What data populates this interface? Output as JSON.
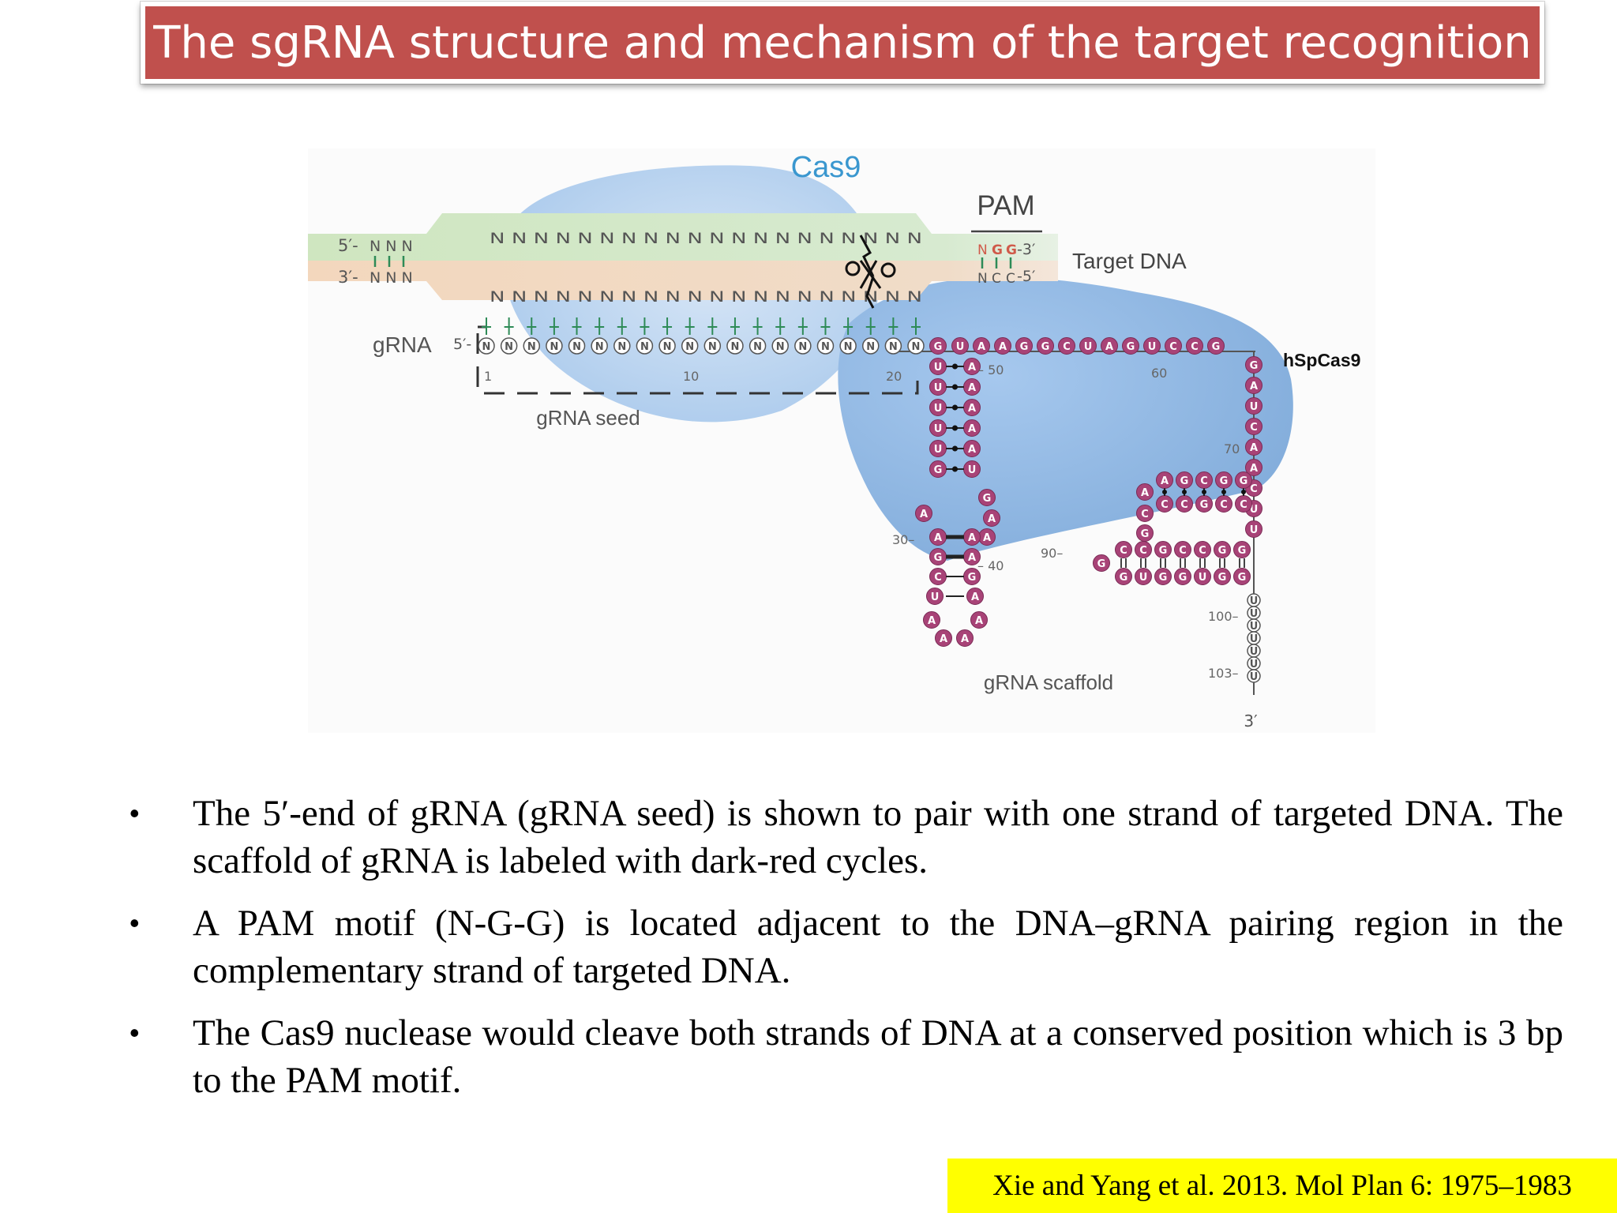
{
  "slide": {
    "title": "The sgRNA structure and mechanism of the target recognition",
    "bullets": [
      "The 5′-end of gRNA (gRNA seed) is shown to pair with one strand of targeted DNA. The scaffold of gRNA is labeled with dark-red cycles.",
      "A PAM motif (N-G-G) is located adjacent to the DNA–gRNA pairing region in the complementary strand of targeted DNA.",
      "The Cas9 nuclease would cleave both strands of DNA at a conserved position which is 3 bp to the PAM motif."
    ],
    "bullet_glyph": "•",
    "citation": "Xie and Yang et al. 2013. Mol Plan 6: 1975–1983"
  },
  "diagram": {
    "protein_label": "Cas9",
    "pam_label": "PAM",
    "target_dna_label": "Target DNA",
    "hspcas9_label": "hSpCas9",
    "grna_label": "gRNA",
    "seed_label": "gRNA seed",
    "scaffold_label": "gRNA scaffold",
    "top_strand": {
      "five_prime": "5′-",
      "left_bases": "N N N",
      "protospacer": "N N N N N N N N N N N N N N N N N N N N",
      "pam": [
        "N",
        "G",
        "G"
      ],
      "three_prime": "-3′"
    },
    "bottom_strand": {
      "three_prime": "3′-",
      "left_bases": "N N N",
      "protospacer": "N N N N N N N N N N N N N N N N N N N N",
      "pam": [
        "N",
        "C",
        "C"
      ],
      "five_prime": "-5′"
    },
    "grna_five_prime": "5′-",
    "grna_three_prime": "3′",
    "grna_seed_base": "N",
    "grna_seed_length": 20,
    "scaffold_top_row": [
      "U",
      "A",
      "A",
      "G",
      "G",
      "C",
      "U",
      "A",
      "G",
      "U",
      "C",
      "C",
      "G"
    ],
    "scaffold_right_column": [
      "G",
      "A",
      "U",
      "C",
      "A",
      "A",
      "C",
      "U",
      "U"
    ],
    "stem_left": [
      "U",
      "U",
      "U",
      "U",
      "U",
      "G",
      "A",
      "G",
      "C",
      "U",
      "A",
      "G"
    ],
    "stem_right": [
      "A",
      "A",
      "A",
      "A",
      "A",
      "U",
      "G",
      "A",
      "A",
      "G",
      "A",
      "A",
      "A"
    ],
    "stem_loop": [
      "A",
      "A"
    ],
    "hairpin_top": [
      "A",
      "G",
      "C",
      "G",
      "G"
    ],
    "hairpin_bottom": [
      "C",
      "C",
      "G",
      "C",
      "C"
    ],
    "hairpin_lower_row": [
      "C",
      "C",
      "G",
      "C",
      "C",
      "G",
      "G"
    ],
    "tail_row": [
      "G",
      "U",
      "G",
      "G",
      "U",
      "G",
      "G"
    ],
    "tail_column": [
      "U",
      "U",
      "U",
      "U",
      "U",
      "U",
      "U"
    ],
    "position_numbers": {
      "p1": "1",
      "p10": "10",
      "p20": "20",
      "p30": "30–",
      "p40": "– 40",
      "p50": "– 50",
      "p60": "60",
      "p70": "70",
      "p90": "90–",
      "p100": "100–",
      "p103": "103–"
    },
    "colors": {
      "scaffold_fill": "#a84377",
      "scaffold_text": "#ffffff",
      "cas9_blue": "#8fb7e2",
      "top_band": "#cfe6c0",
      "bottom_band": "#f3d7bd",
      "pam_red": "#d05a4a",
      "bond_green": "#2e8b57"
    }
  }
}
